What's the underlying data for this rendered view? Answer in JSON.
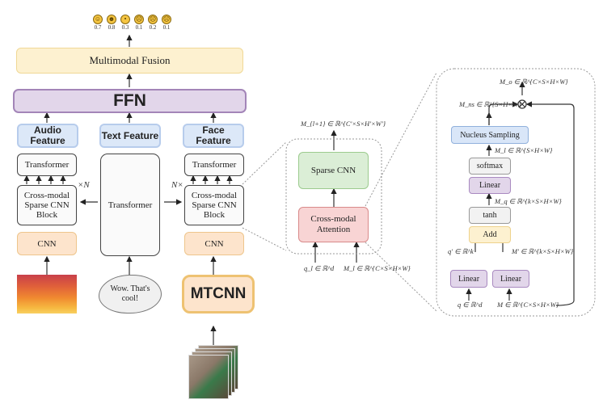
{
  "emotions": [
    {
      "name": "happy",
      "icon": "☺",
      "score": "0.7"
    },
    {
      "name": "laughing",
      "icon": "☻",
      "score": "0.8"
    },
    {
      "name": "neutral",
      "icon": "•",
      "score": "0.3"
    },
    {
      "name": "angry",
      "icon": "☹",
      "score": "0.1"
    },
    {
      "name": "fearful",
      "icon": "☹",
      "score": "0.2"
    },
    {
      "name": "sad",
      "icon": "☹",
      "score": "0.1"
    }
  ],
  "main": {
    "fusion": "Multimodal Fusion",
    "ffn": "FFN",
    "audio_feature": "Audio Feature",
    "text_feature": "Text Feature",
    "face_feature": "Face Feature",
    "transformer": "Transformer",
    "cross_block": "Cross-modal Sparse CNN Block",
    "cnn": "CNN",
    "repeat_left": "×N",
    "repeat_right": "N×",
    "text_input": "Wow. That's cool!",
    "mtcnn": "MTCNN"
  },
  "block_detail": {
    "sparse_cnn": "Sparse CNN",
    "cross_attention": "Cross-modal Attention",
    "output_label": "M_{l+1} ∈ ℝ^{C'×S×H'×W'}",
    "input_q": "q_l ∈ ℝ^d",
    "input_m": "M_l ∈ ℝ^{C×S×H×W}"
  },
  "attention_detail": {
    "output": "M_o ∈ ℝ^{C×S×H×W}",
    "mns": "M_ns ∈ ℝ^{S×H×W}",
    "nucleus": "Nucleus Sampling",
    "ml": "M_l ∈ ℝ^{S×H×W}",
    "softmax": "softmax",
    "linear": "Linear",
    "mq": "M_q ∈ ℝ^{k×S×H×W}",
    "tanh": "tanh",
    "add": "Add",
    "q_prime": "q' ∈ ℝ^k",
    "m_prime": "M' ∈ ℝ^{k×S×H×W}",
    "q_in": "q ∈ ℝ^d",
    "m_in": "M ∈ ℝ^{C×S×H×W}",
    "multiply_symbol": "⊗"
  }
}
